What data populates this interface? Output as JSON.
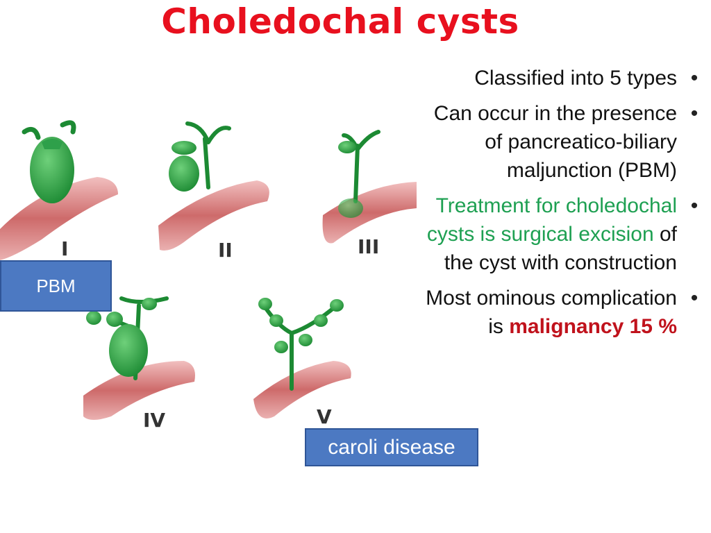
{
  "title": "Choledochal cysts",
  "bullets": [
    {
      "text": "Classified into 5 types"
    },
    {
      "text": "Can occur in the  presence of pancreatico-biliary maljunction (PBM)"
    },
    {
      "green": "Treatment for  choledochal cysts is surgical excision",
      "rest": " of the cyst with construction"
    },
    {
      "text": "Most ominous  complication is ",
      "red": "malignancy  15 %"
    }
  ],
  "labels": {
    "pbm": "PBM",
    "caroli": "caroli disease"
  },
  "figure_types": [
    "I",
    "II",
    "III",
    "IV",
    "V"
  ],
  "colors": {
    "title": "#e8101e",
    "accent_green": "#1ea052",
    "accent_red": "#c0121c",
    "box": "#4c79c2"
  }
}
